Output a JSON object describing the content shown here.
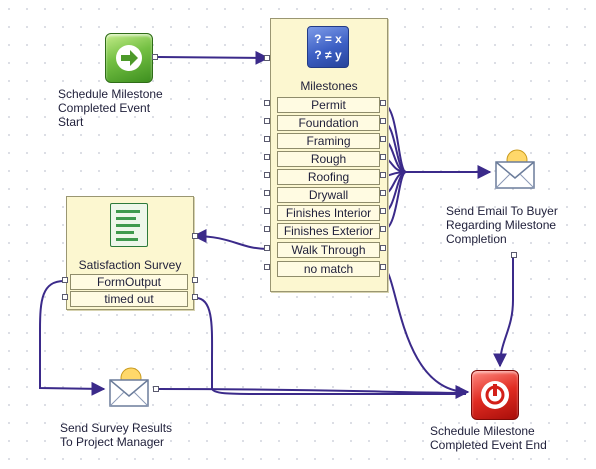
{
  "diagram": {
    "start_label": "Schedule Milestone\nCompleted Event\nStart",
    "end_label": "Schedule Milestone\nCompleted Event End",
    "email_label": "Send Email To Buyer\nRegarding Milestone\nCompletion",
    "survey_results_label": "Send Survey Results\nTo Project Manager",
    "milestones": {
      "title": "Milestones",
      "icon_text": "? = x\n? ≠ y",
      "ports": [
        "Permit",
        "Foundation",
        "Framing",
        "Rough",
        "Roofing",
        "Drywall",
        "Finishes Interior",
        "Finishes Exterior",
        "Walk Through",
        "no match"
      ]
    },
    "survey": {
      "title": "Satisfaction Survey",
      "ports": [
        "FormOutput",
        "timed out"
      ]
    }
  },
  "colors": {
    "wire": "#3b2a8a",
    "node_fill": "#fcf7d0",
    "start": "#74c043",
    "end": "#e02b21",
    "math_icon": "#3c5fc4"
  },
  "icons": {
    "start": "arrow-right-circle-icon",
    "end": "power-icon",
    "email": "envelope-icon",
    "survey_results": "envelope-icon",
    "milestones": "math-compare-icon",
    "survey": "form-document-icon"
  }
}
